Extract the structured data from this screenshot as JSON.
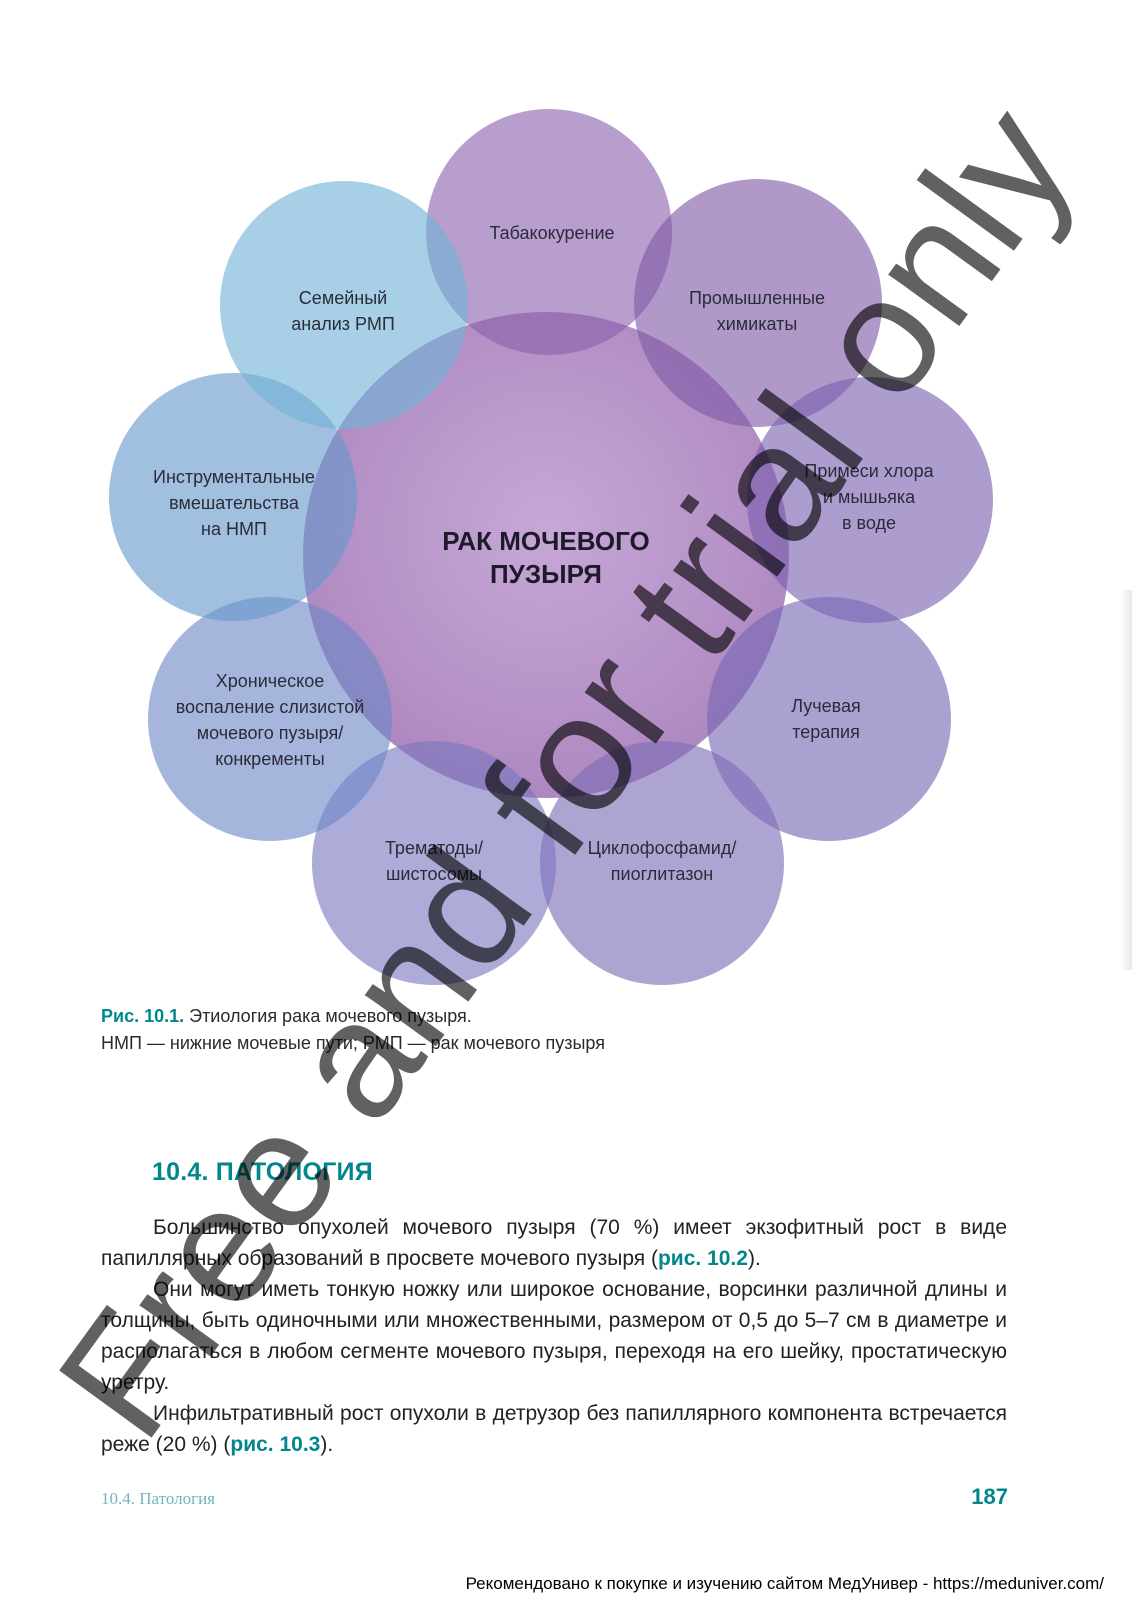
{
  "diagram": {
    "center": "РАК МОЧЕВОГО\nПУЗЫРЯ",
    "circles": [
      {
        "label": "Табакокурение",
        "color": "#8a63ad"
      },
      {
        "label": "Промышленные\nхимикаты",
        "color": "#7f5ba8"
      },
      {
        "label": "Примеси хлора\nи мышьяка\nв воде",
        "color": "#7b60b0"
      },
      {
        "label": "Лучевая\nтерапия",
        "color": "#7767b5"
      },
      {
        "label": "Циклофосфамид/\nпиоглитазон",
        "color": "#7c6cb6"
      },
      {
        "label": "Трематоды/\nшистосомы",
        "color": "#7b78bf"
      },
      {
        "label": "Хроническое\nвоспаление слизистой\nмочевого пузыря/\nконкременты",
        "color": "#6d88c6"
      },
      {
        "label": "Инструментальные\nвмешательства\nна НМП",
        "color": "#6898cc"
      },
      {
        "label": "Семейный\nанализ РМП",
        "color": "#71b3d6"
      }
    ]
  },
  "caption": {
    "fig_ref": "Рис. 10.1.",
    "title": " Этиология рака мочевого пузыря.",
    "legend": "НМП — нижние мочевые пути; РМП — рак мочевого пузыря"
  },
  "section": {
    "title": "10.4. ПАТОЛОГИЯ"
  },
  "paragraphs": {
    "p1_a": "Большинство опухолей мочевого пузыря (70 %) имеет экзофитный рост в виде папиллярных образований в просвете мочевого пузыря (",
    "p1_link": "рис. 10.2",
    "p1_b": ").",
    "p2": "Они могут иметь тонкую ножку или широкое основание, ворсинки различной длины и толщины, быть одиночными или множественными, размером от 0,5 до 5–7 см в диаметре и располагаться в любом сегменте мочевого пузыря, переходя на его шейку, простатическую уретру.",
    "p3_a": "Инфильтративный рост опухоли в детрузор без папиллярного компонента встречается реже (20 %) (",
    "p3_link": "рис. 10.3",
    "p3_b": ")."
  },
  "footer": {
    "section": "10.4. Патология",
    "page": "187"
  },
  "promo": "Рекомендовано к покупке и изучению сайтом МедУнивер - https://meduniver.com/",
  "watermark": "Free and for trial only"
}
